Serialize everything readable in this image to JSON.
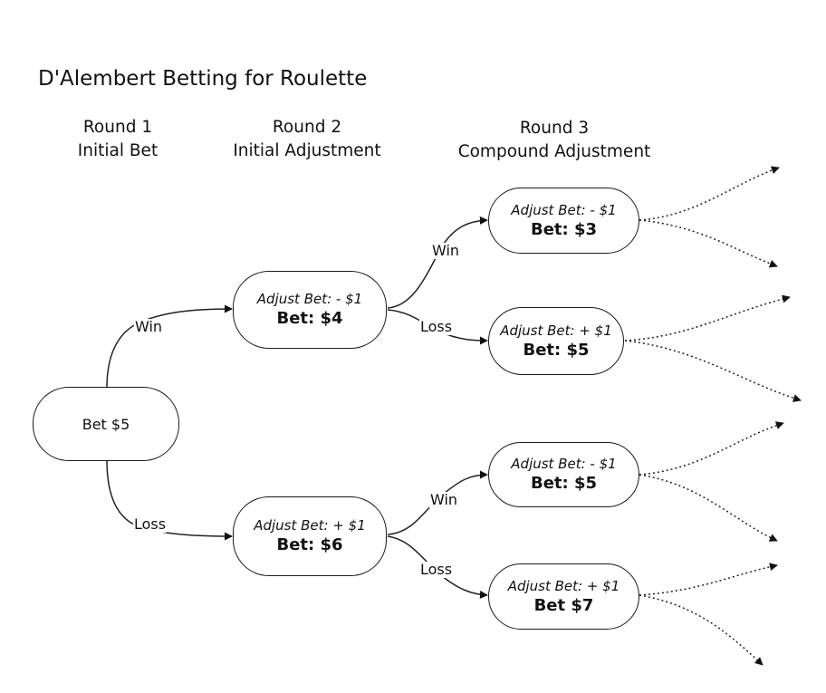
{
  "title": "D'Alembert Betting for Roulette",
  "columns": [
    {
      "line1": "Round 1",
      "line2": "Initial Bet"
    },
    {
      "line1": "Round 2",
      "line2": "Initial Adjustment"
    },
    {
      "line1": "Round 3",
      "line2": "Compound Adjustment"
    }
  ],
  "nodes": {
    "start": {
      "bet": "Bet $5"
    },
    "r2_win": {
      "adjust": "Adjust Bet: - $1",
      "bet": "Bet: $4"
    },
    "r2_loss": {
      "adjust": "Adjust Bet: + $1",
      "bet": "Bet: $6"
    },
    "r3_ww": {
      "adjust": "Adjust Bet: - $1",
      "bet": "Bet: $3"
    },
    "r3_wl": {
      "adjust": "Adjust Bet: + $1",
      "bet": "Bet: $5"
    },
    "r3_lw": {
      "adjust": "Adjust Bet: - $1",
      "bet": "Bet: $5"
    },
    "r3_ll": {
      "adjust": "Adjust Bet: + $1",
      "bet": "Bet $7"
    }
  },
  "edges": {
    "start_r2_win": "Win",
    "start_r2_loss": "Loss",
    "r2_win_r3_ww": "Win",
    "r2_win_r3_wl": "Loss",
    "r2_loss_r3_lw": "Win",
    "r2_loss_r3_ll": "Loss"
  }
}
